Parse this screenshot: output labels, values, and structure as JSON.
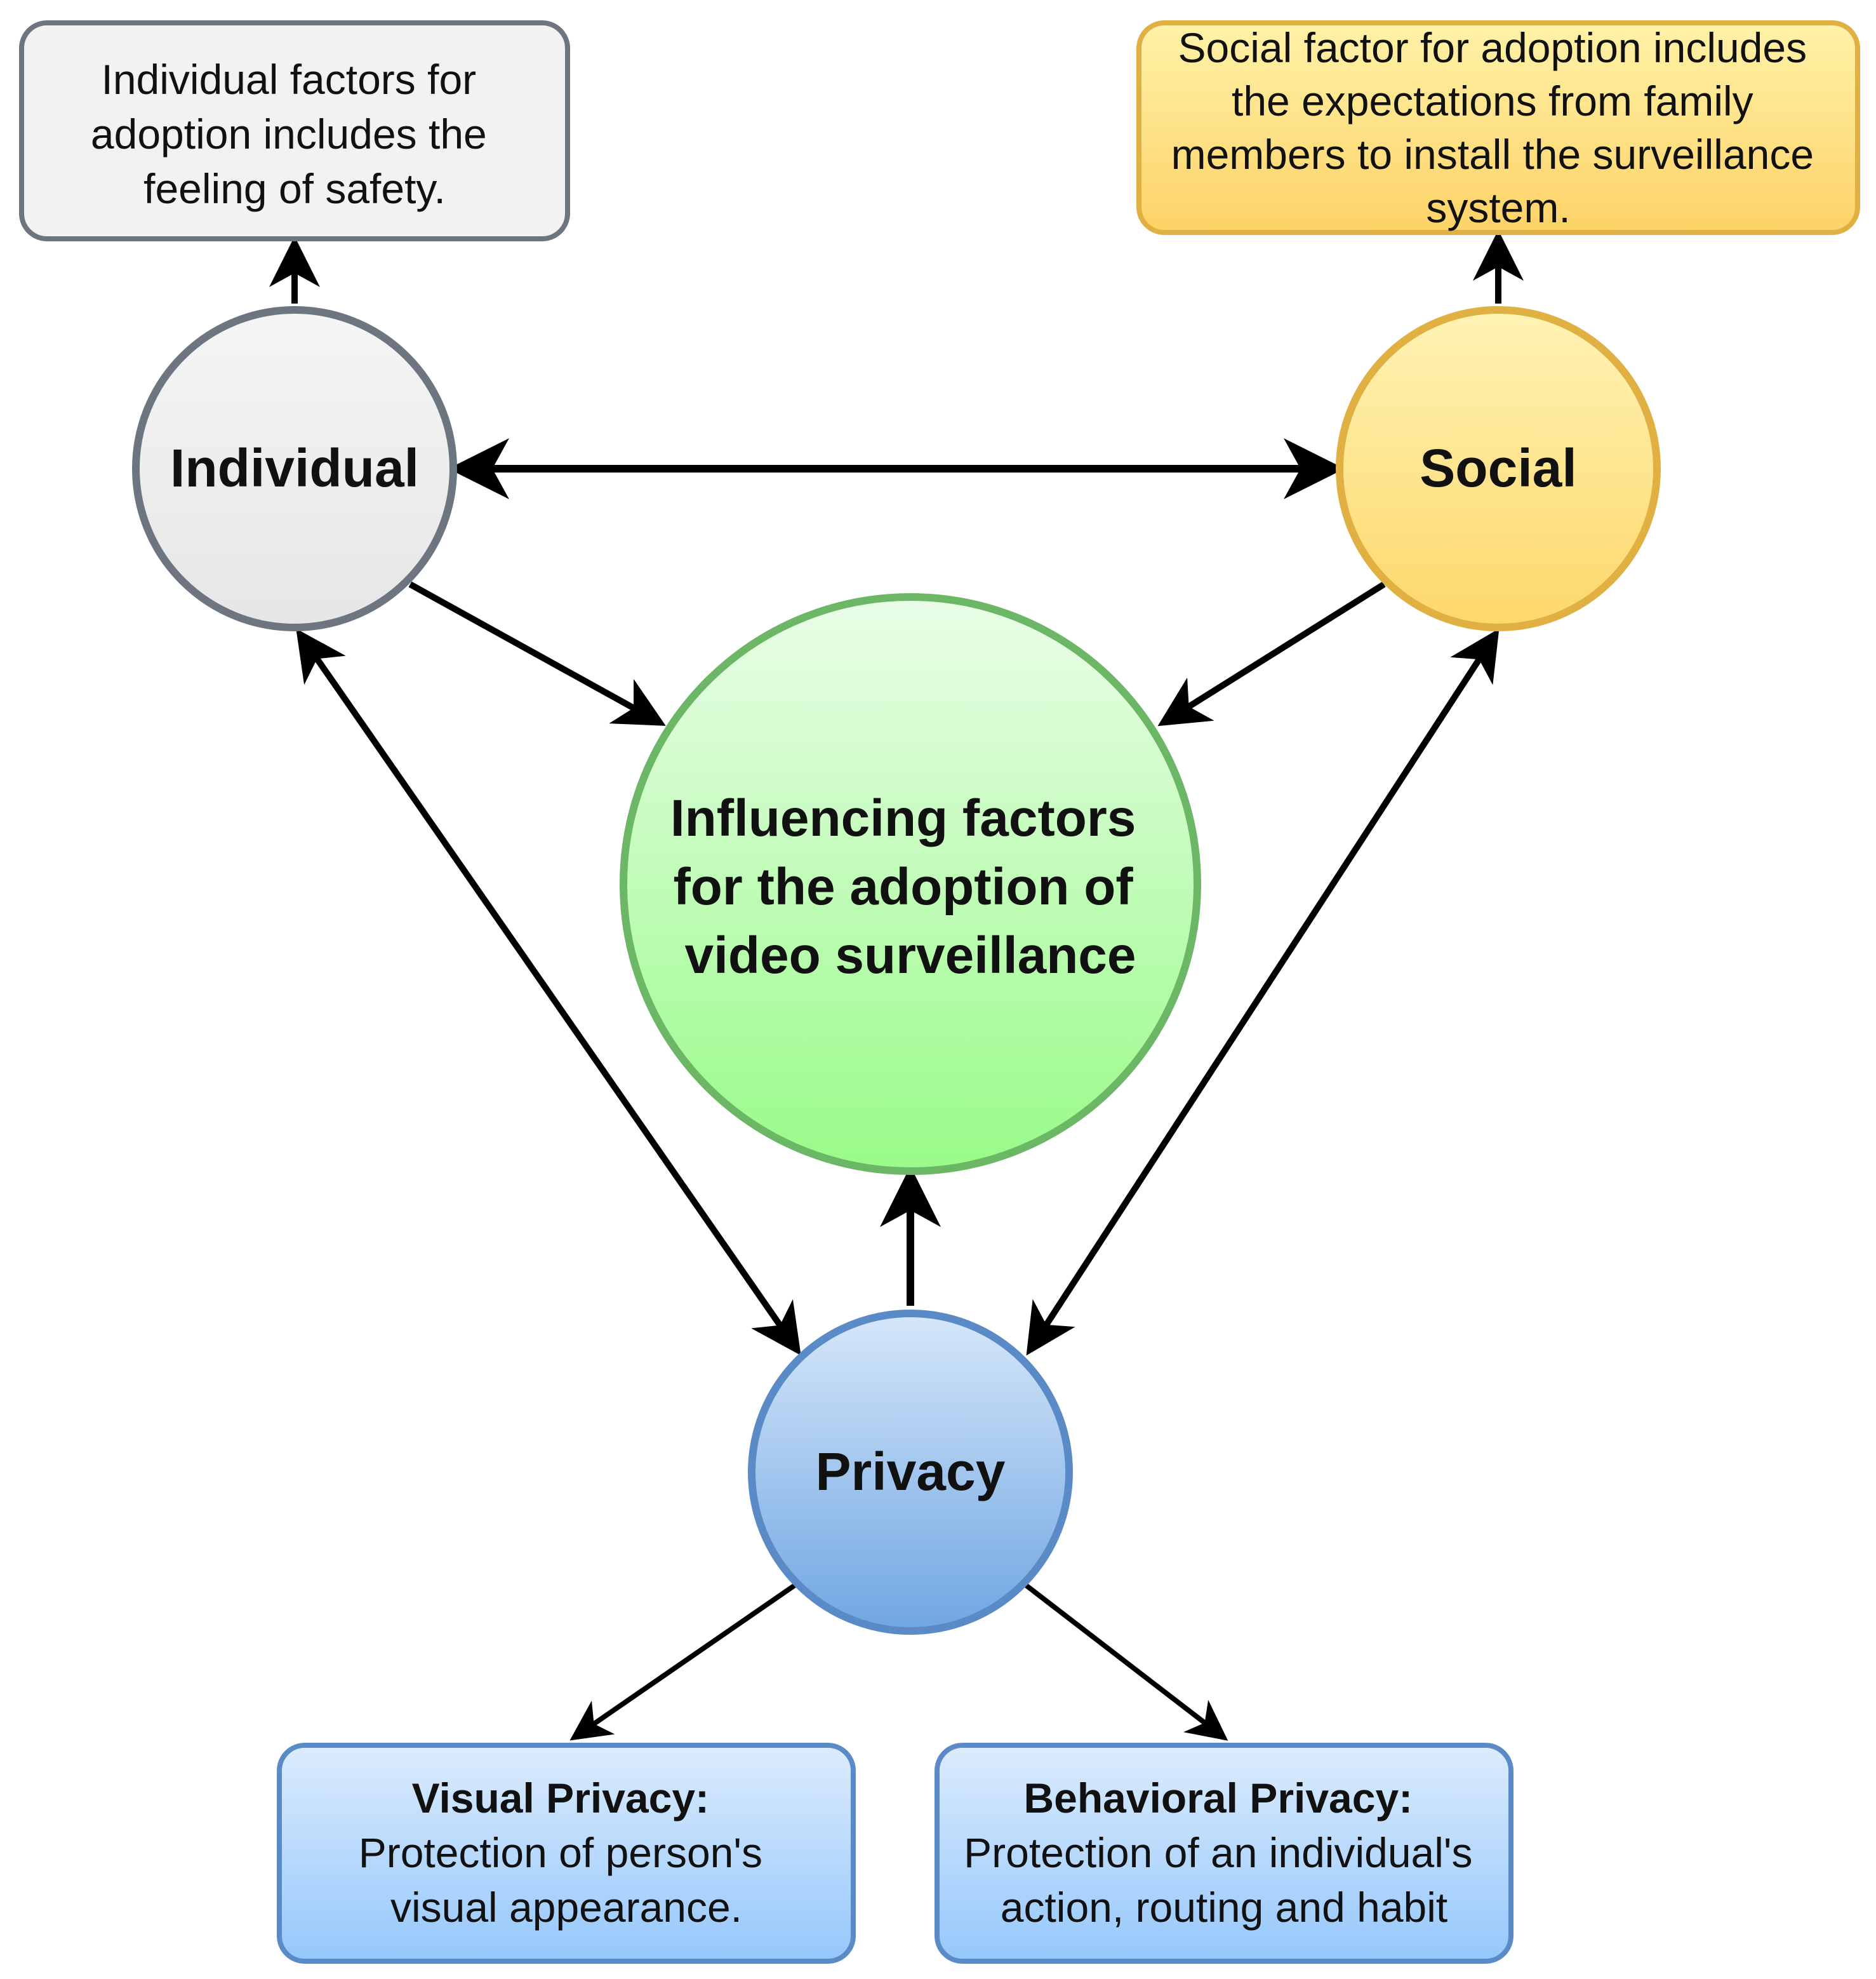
{
  "nodes": {
    "individual": {
      "label": "Individual",
      "fill_top": "#f5f5f5",
      "fill_bottom": "#e6e6e6",
      "stroke": "#6d7680"
    },
    "social": {
      "label": "Social",
      "fill_top": "#fff3b5",
      "fill_bottom": "#fdd76a",
      "stroke": "#e0b043"
    },
    "center": {
      "lines": [
        "Influencing factors",
        "for the adoption of",
        "video surveillance"
      ],
      "fill_top": "#eafde8",
      "fill_bottom": "#98fb88",
      "stroke": "#6cb765"
    },
    "privacy": {
      "label": "Privacy",
      "fill_top": "#d6e7fa",
      "fill_bottom": "#6fa6e2",
      "stroke": "#5b8bc6"
    }
  },
  "boxes": {
    "individual_note": {
      "lines": [
        "Individual factors for",
        "adoption includes the",
        "feeling of safety."
      ],
      "fill": "#f2f2f2",
      "stroke": "#6d7680"
    },
    "social_note": {
      "lines": [
        "Social factor for adoption includes",
        "the expectations from family",
        "members to install the surveillance",
        "system."
      ],
      "fill_top": "#fff2a8",
      "fill_bottom": "#fdd267",
      "stroke": "#e0b043"
    },
    "visual_privacy": {
      "title": "Visual Privacy:",
      "lines": [
        "Protection of person's",
        "visual appearance."
      ],
      "fill_top": "#dcecfd",
      "fill_bottom": "#95c7fb",
      "stroke": "#5b8bc6"
    },
    "behavioral_privacy": {
      "title": "Behavioral Privacy:",
      "lines": [
        "Protection of an individual's",
        "action, routing and habit"
      ],
      "fill_top": "#dcecfd",
      "fill_bottom": "#95c7fb",
      "stroke": "#5b8bc6"
    }
  },
  "colors": {
    "arrow": "#000000",
    "text": "#111111"
  }
}
